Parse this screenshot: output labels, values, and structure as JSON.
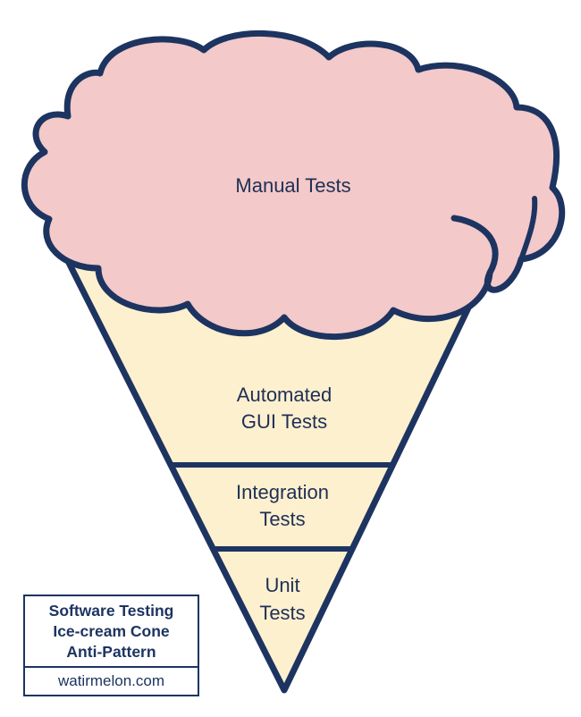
{
  "diagram": {
    "layers": {
      "manual": {
        "line1": "Manual Tests"
      },
      "gui": {
        "line1": "Automated",
        "line2": "GUI Tests"
      },
      "integration": {
        "line1": "Integration",
        "line2": "Tests"
      },
      "unit": {
        "line1": "Unit",
        "line2": "Tests"
      }
    }
  },
  "legend": {
    "title_line1": "Software Testing",
    "title_line2": "Ice-cream Cone",
    "title_line3": "Anti-Pattern",
    "site": "watirmelon.com"
  },
  "colors": {
    "outline": "#1d3461",
    "cone_fill": "#fdf0cf",
    "cream_fill": "#f3c9c9",
    "text": "#1f2f55"
  }
}
